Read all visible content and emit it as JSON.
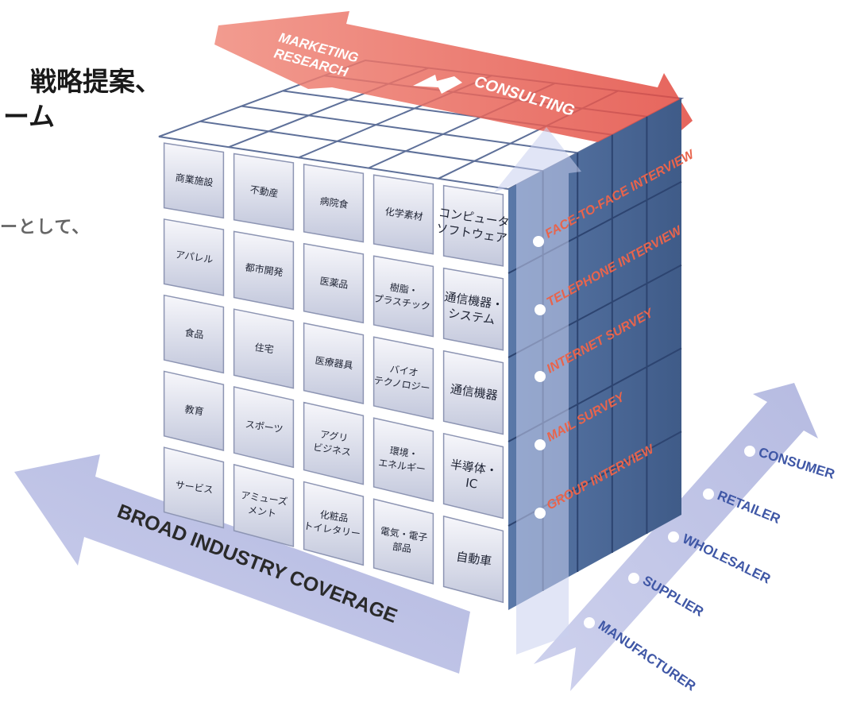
{
  "heading": {
    "line1": "戦略提案、",
    "line2": "ーム"
  },
  "subtext": "ーとして、",
  "top_arrow": {
    "left_label_line1": "MARKETING",
    "left_label_line2": "RESEARCH",
    "right_label": "CONSULTING"
  },
  "methods": [
    "FACE-TO-FACE INTERVIEW",
    "TELEPHONE INTERVIEW",
    "INTERNET SURVEY",
    "MAIL SURVEY",
    "GROUP INTERVIEW"
  ],
  "bottom_left_arrow": "BROAD INDUSTRY COVERAGE",
  "channel": [
    "CONSUMER",
    "RETAILER",
    "WHOLESALER",
    "SUPPLIER",
    "MANUFACTURER"
  ],
  "industries": [
    [
      "商業施設",
      "不動産",
      "病院食",
      "化学素材",
      "コンピュータ\nソフトウェア"
    ],
    [
      "アパレル",
      "都市開発",
      "医薬品",
      "樹脂・\nプラスチック",
      "通信機器・\nシステム"
    ],
    [
      "食品",
      "住宅",
      "医療器具",
      "バイオ\nテクノロジー",
      "通信機器"
    ],
    [
      "教育",
      "スポーツ",
      "アグリ\nビジネス",
      "環境・\nエネルギー",
      "半導体・\nIC"
    ],
    [
      "サービス",
      "アミューズ\nメント",
      "化粧品\nトイレタリー",
      "電気・電子\n部品",
      "自動車"
    ]
  ],
  "colors": {
    "red_arrow": "#e8564a",
    "blue_arrow": "#b3b8df",
    "cube_side": "#4e6c9b",
    "orange_text": "#e8644c",
    "blue_text": "#3f57a6"
  }
}
